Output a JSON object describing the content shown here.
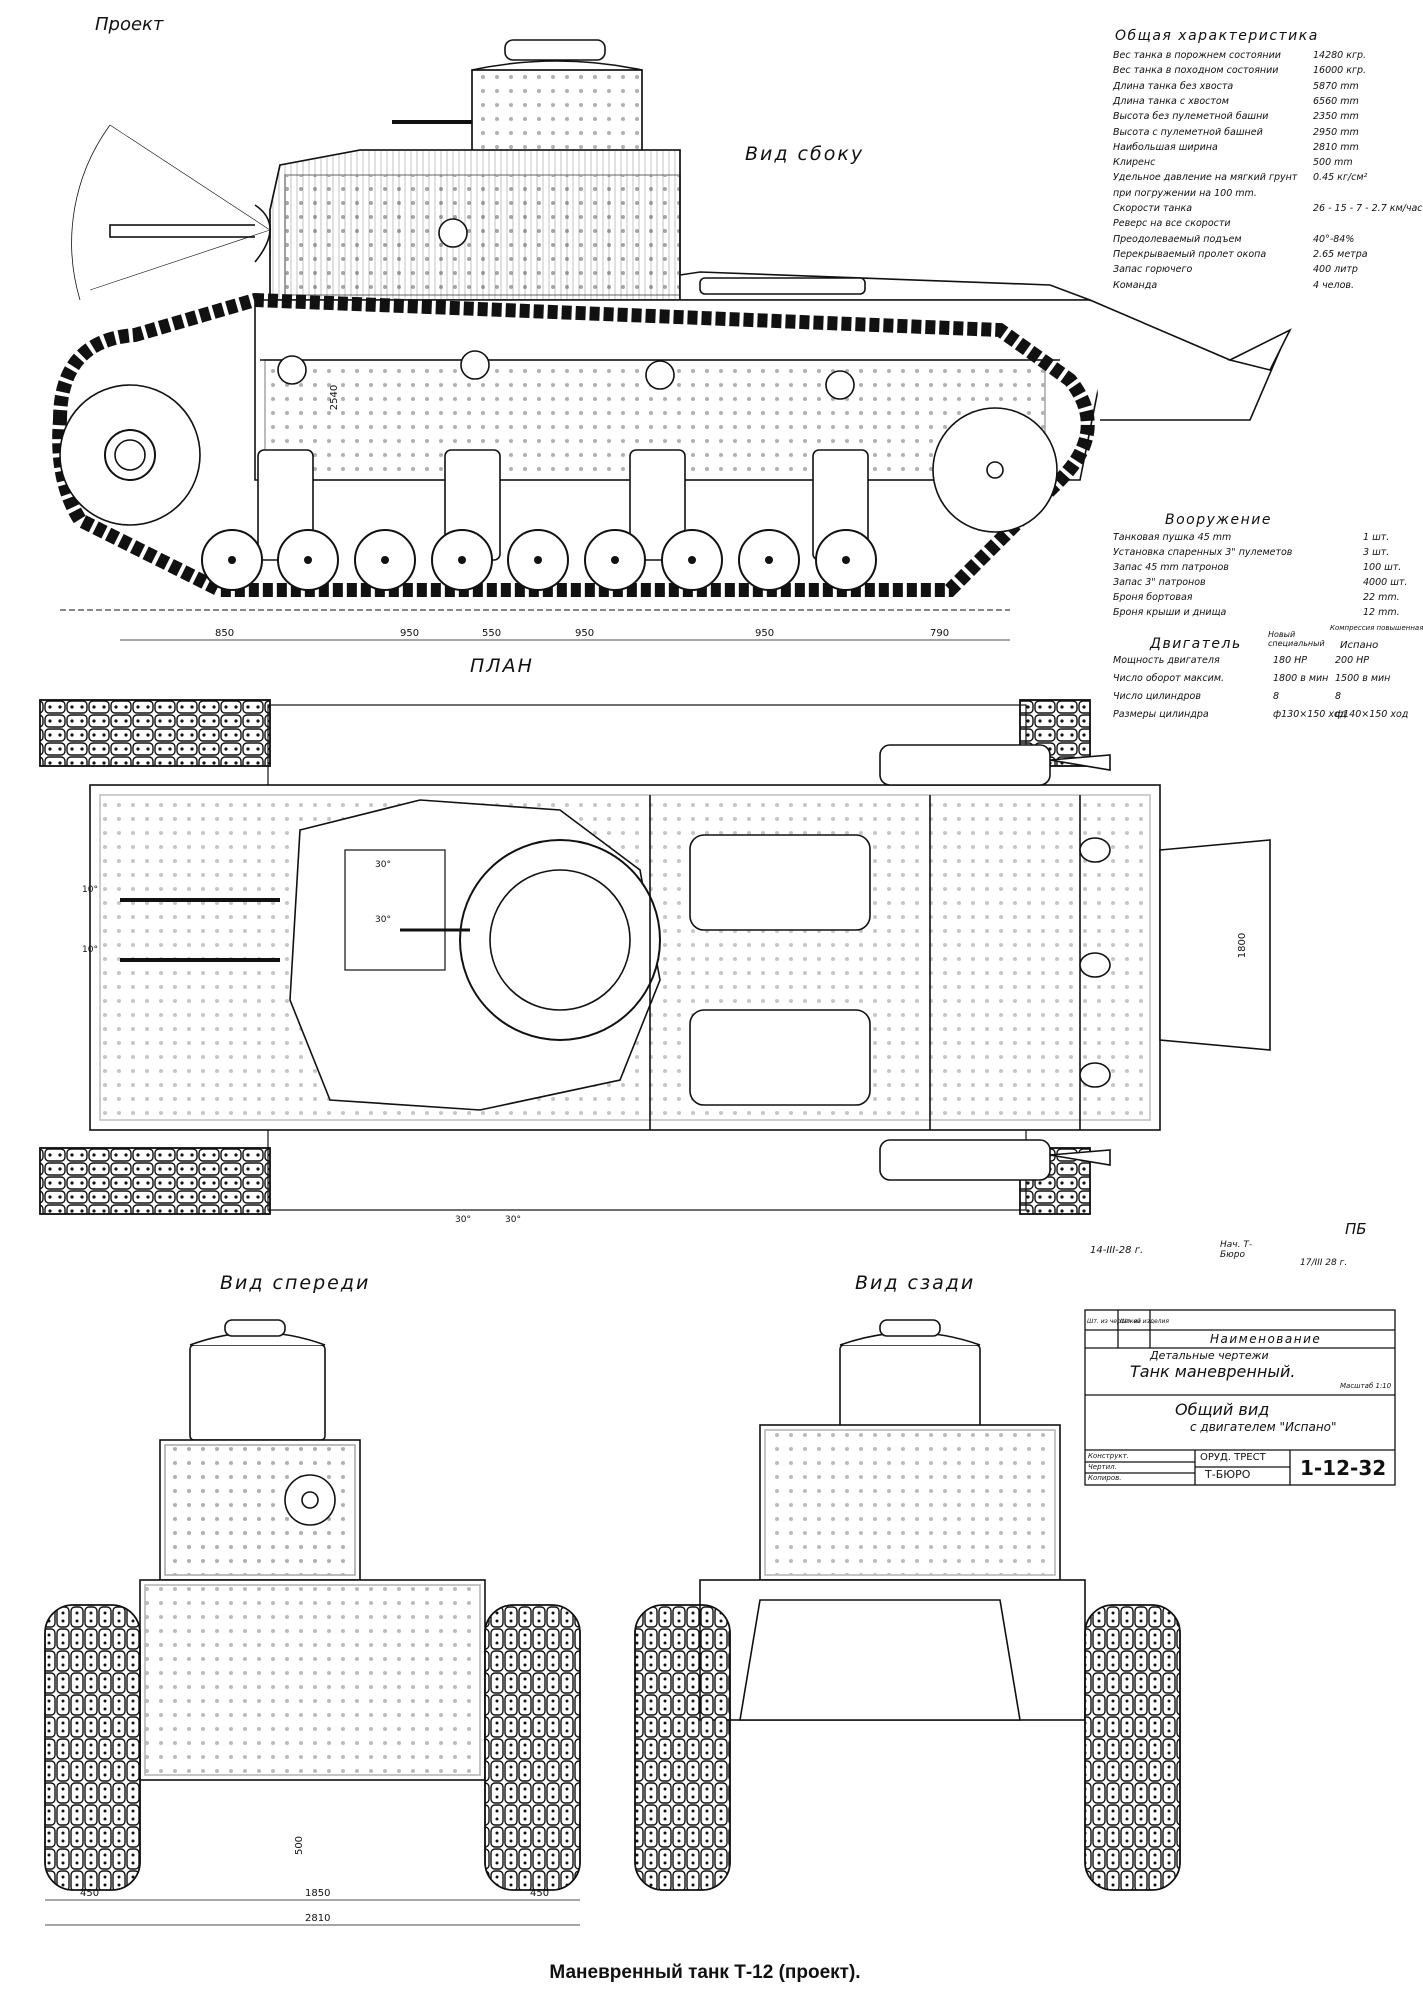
{
  "header": {
    "project_label": "Проект"
  },
  "views": {
    "side": "Вид сбоку",
    "plan": "План",
    "front": "Вид спереди",
    "rear": "Вид сзади"
  },
  "general": {
    "title": "Общая характеристика",
    "rows": [
      {
        "label": "Вес танка в порожнем состоянии",
        "value": "14280 кгр."
      },
      {
        "label": "Вес танка в походном состоянии",
        "value": "16000 кгр."
      },
      {
        "label": "Длина танка без хвоста",
        "value": "5870 mm"
      },
      {
        "label": "Длина танка с хвостом",
        "value": "6560 mm"
      },
      {
        "label": "Высота без пулеметной башни",
        "value": "2350 mm"
      },
      {
        "label": "Высота с пулеметной башней",
        "value": "2950 mm"
      },
      {
        "label": "Наибольшая ширина",
        "value": "2810 mm"
      },
      {
        "label": "Клиренс",
        "value": "500 mm"
      },
      {
        "label": "Удельное давление на мягкий грунт",
        "value": "0.45 кг/см²"
      },
      {
        "label": "при погружении на 100 mm.",
        "value": ""
      },
      {
        "label": "Скорости танка",
        "value": "26 - 15 - 7 - 2.7 км/час"
      },
      {
        "label": "Реверс на все скорости",
        "value": ""
      },
      {
        "label": "Преодолеваемый подъем",
        "value": "40°-84%"
      },
      {
        "label": "Перекрываемый пролет окопа",
        "value": "2.65 метра"
      },
      {
        "label": "Запас горючего",
        "value": "400 литр"
      },
      {
        "label": "Команда",
        "value": "4 челов."
      }
    ]
  },
  "armament": {
    "title": "Вооружение",
    "rows": [
      {
        "label": "Танковая пушка 45 mm",
        "value": "1 шт."
      },
      {
        "label": "Установка спаренных 3\" пулеметов",
        "value": "3 шт."
      },
      {
        "label": "Запас 45 mm патронов",
        "value": "100 шт."
      },
      {
        "label": "Запас 3\" патронов",
        "value": "4000 шт."
      },
      {
        "label": "Броня бортовая",
        "value": "22 mm."
      },
      {
        "label": "Броня крыши и днища",
        "value": "12 mm."
      }
    ]
  },
  "engine": {
    "title": "Двигатель",
    "col_new": "Новый специальный",
    "col_hispano": "Испано",
    "col_hispano_note": "Компрессия повышенная",
    "rows": [
      {
        "label": "Мощность двигателя",
        "new": "180 HP",
        "hispano": "200 HP"
      },
      {
        "label": "Число оборот максим.",
        "new": "1800 в мин",
        "hispano": "1500 в мин"
      },
      {
        "label": "Число цилиндров",
        "new": "8",
        "hispano": "8"
      },
      {
        "label": "Размеры цилиндра",
        "new": "ф130×150 ход",
        "hispano": "ф140×150 ход"
      }
    ]
  },
  "dimensions": {
    "side": [
      "850",
      "950",
      "550",
      "950",
      "950",
      "790"
    ],
    "front": [
      "450",
      "1850",
      "450",
      "2810"
    ],
    "front_clearance": "500",
    "plan_width": "1800",
    "side_tower": "2540",
    "plan_angles": [
      "30°",
      "30°",
      "30°",
      "30°",
      "10°",
      "10°"
    ]
  },
  "title_block": {
    "col_drawing": "Шт. из чертежей",
    "col_item": "Шт. из изделия",
    "col_name": "Наименование",
    "row_detail": "Детальные чертежи",
    "item_title": "Танк маневренный.",
    "scale": "Масштаб 1:10",
    "sheet_title": "Общий вид",
    "sheet_sub": "с двигателем \"Испано\"",
    "trust": "ОРУД. ТРЕСТ",
    "bureau": "Т-БЮРО",
    "number": "1-12-32",
    "roles": [
      "Конструкт.",
      "Чертил.",
      "Копиров."
    ]
  },
  "signatures": {
    "left_date": "14-III-28 г.",
    "right_role": "Нач. Т-Бюро",
    "right_date": "17/III 28 г.",
    "initials": "ПБ"
  },
  "caption": "Маневренный танк Т-12 (проект)."
}
